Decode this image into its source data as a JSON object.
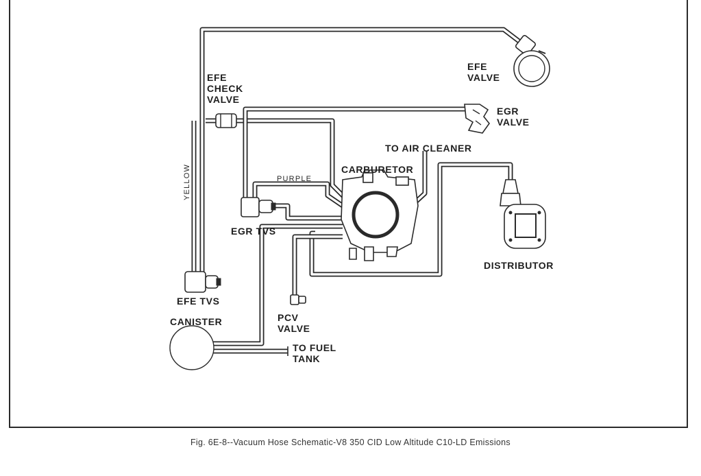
{
  "labels": {
    "efe_valve": [
      "EFE",
      "VALVE"
    ],
    "efe_check_valve": [
      "EFE",
      "CHECK",
      "VALVE"
    ],
    "egr_valve": [
      "EGR",
      "VALVE"
    ],
    "to_air_cleaner": "TO AIR CLEANER",
    "carburetor": "CARBURETOR",
    "purple": "PURPLE",
    "yellow": "YELLOW",
    "egr_tvs": "EGR TVS",
    "distributor": "DISTRIBUTOR",
    "efe_tvs": "EFE TVS",
    "canister": "CANISTER",
    "pcv_valve": [
      "PCV",
      "VALVE"
    ],
    "to_fuel_tank": [
      "TO FUEL",
      "TANK"
    ]
  },
  "caption": "Fig. 6E-8--Vacuum Hose Schematic-V8 350 CID Low Altitude C10-LD Emissions"
}
